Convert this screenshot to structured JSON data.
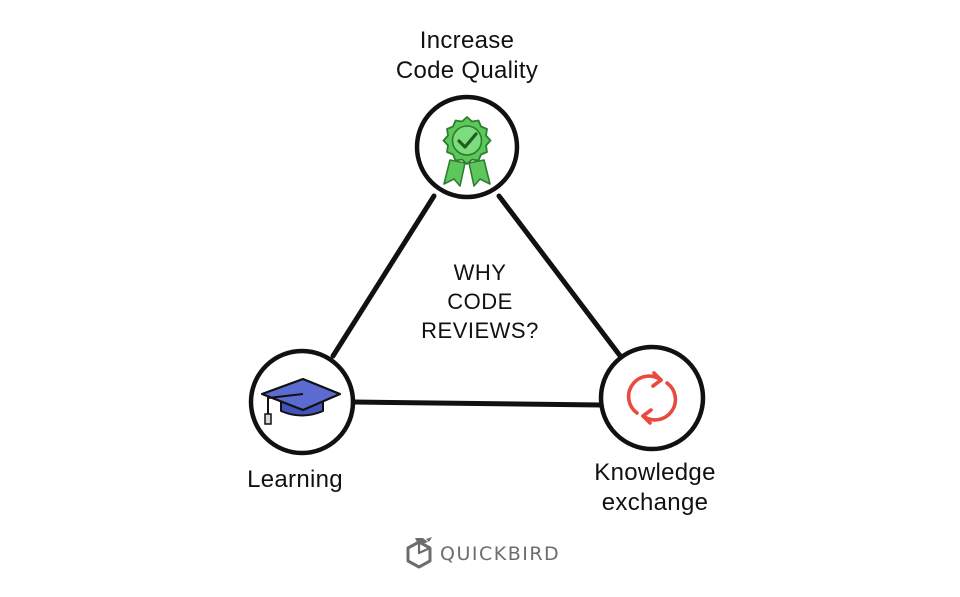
{
  "nodes": {
    "top": {
      "line1": "Increase",
      "line2": "Code Quality",
      "icon": "award-badge-check-icon"
    },
    "left": {
      "line1": "Learning",
      "icon": "graduation-cap-icon"
    },
    "right": {
      "line1": "Knowledge",
      "line2": "exchange",
      "icon": "refresh-arrows-icon"
    }
  },
  "center": {
    "line1": "WHY",
    "line2": "CODE",
    "line3": "REVIEWS?"
  },
  "logo": {
    "text": "QUICKBIRD",
    "icon": "quickbird-logo-icon"
  },
  "colors": {
    "stroke": "#111111",
    "badge_green": "#5cc85c",
    "badge_dark": "#2f7d2f",
    "cap_blue": "#5b6bd0",
    "arrows_red": "#e84a3f",
    "logo_gray": "#6d6d6d"
  }
}
